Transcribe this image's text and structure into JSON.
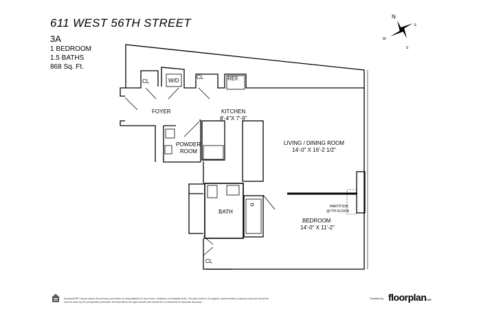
{
  "header": {
    "address": "611 WEST 56TH STREET",
    "unit": "3A",
    "bedrooms": "1 BEDROOM",
    "baths": "1.5 BATHS",
    "area": "868 Sq. Ft."
  },
  "compass": {
    "n": "N",
    "e": "E",
    "s": "S",
    "w": "W"
  },
  "rooms": {
    "cl1": "CL",
    "wd": "W/D",
    "cl2": "CL",
    "ref": "REF.",
    "foyer": "FOYER",
    "kitchen": "KITCHEN",
    "kitchen_dim": "8'-4\"X 7'-9\"",
    "powder1": "POWDER",
    "powder2": "ROOM",
    "living": "LIVING / DINING ROOM",
    "living_dim": "14'-0\" X 16'-2 1/2\"",
    "partition1": "PARTITION",
    "partition2": "@7TH FLOOR",
    "bath": "BATH",
    "bedroom": "BEDROOM",
    "bedroom_dim": "14'-0\" X 11'-2\"",
    "cl3": "CL"
  },
  "footer": {
    "disclaimer": "floorplanGRP Cannot assure its accuracy and bears no responsibility for any errors, omissions or misstatements. The plan herein is for graphic representation purposes only and should be used as such by the prospective purchaser. All dimensions are approximate and should be re-measured for absolute accuracy.",
    "credit": "Creative by",
    "brand": "floorplan",
    "brand_suffix": "GRP"
  }
}
